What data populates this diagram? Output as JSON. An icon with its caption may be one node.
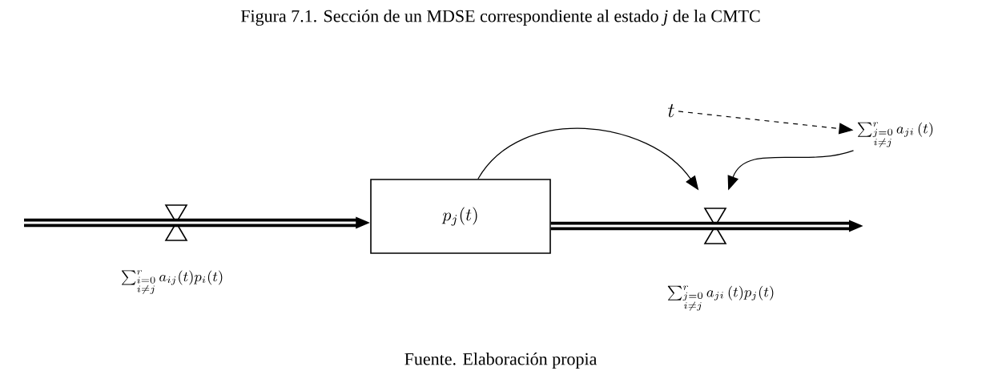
{
  "diagram": {
    "title": "Figura 7.1. Sección de un MDSE correspondiente al estado *j* de la CMTC",
    "caption": "Fuente. Elaboración propia",
    "nodes": [
      {
        "text": [
          "p_j(t)"
        ]
      },
      {
        "text": [],
        "shape": "valve",
        "beside": [
          "\\sum_{\\substack{i=0\\\\ i\\neq j}}^{r} a_{ij}(t)p_i(t)"
        ]
      },
      {
        "text": [],
        "shape": "valve",
        "beside": [
          "\\sum_{\\substack{j=0\\\\ i\\neq j}}^{r} a_{ji}\\,(t)p_j(t)"
        ]
      },
      {
        "text": [
          "t"
        ]
      },
      {
        "text": [
          "\\sum_{\\substack{j=0\\\\ i\\neq j}}^{r} a_{ji}\\,(t)"
        ]
      }
    ],
    "edges": [
      {
        "from": null,
        "to": 0,
        "arrow": "to",
        "style": "thick"
      },
      {
        "from": 0,
        "to": null,
        "arrow": "to",
        "style": "thick"
      },
      {
        "from": 3,
        "to": 4,
        "arrow": "to",
        "style": "dashed"
      },
      {
        "from": 0,
        "to": 2,
        "arrow": "to"
      },
      {
        "from": 4,
        "to": 2,
        "arrow": "to"
      }
    ]
  }
}
